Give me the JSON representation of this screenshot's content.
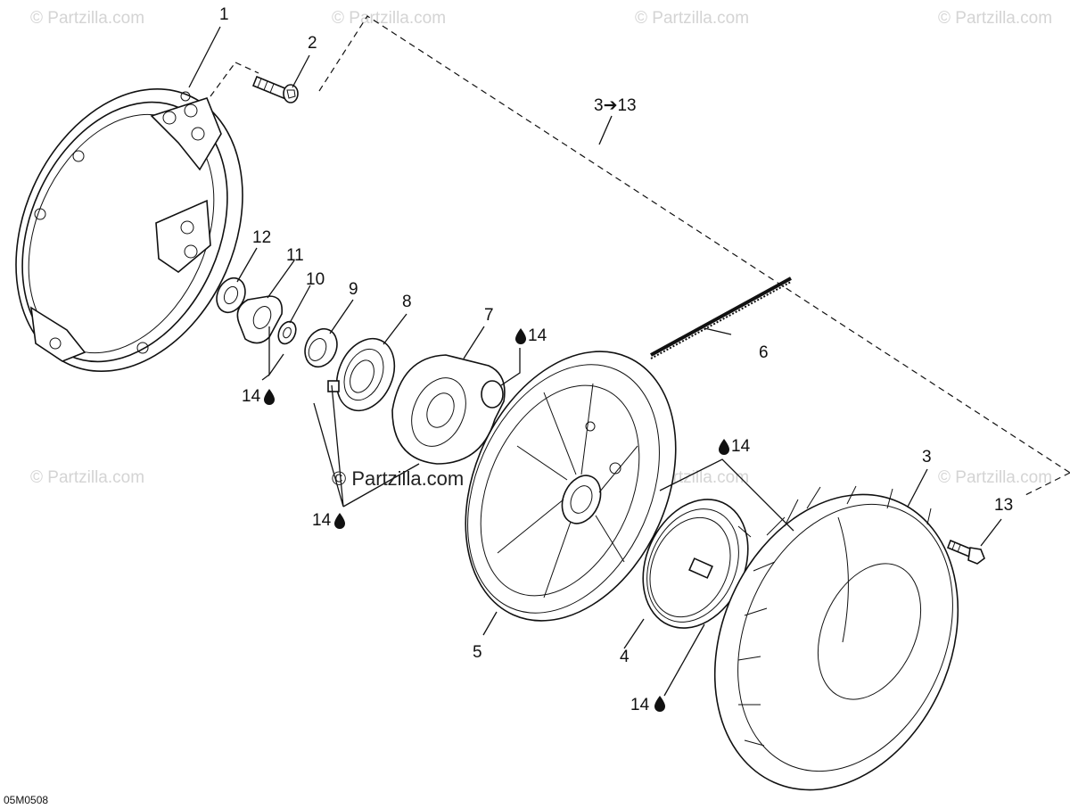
{
  "watermarks": {
    "corner": "© Partzilla.com",
    "center": "© Partzilla.com"
  },
  "diagram_code": "05M0508",
  "callouts": {
    "p1": "1",
    "p2": "2",
    "group_3_13": "3➔13",
    "p12": "12",
    "p11": "11",
    "p10": "10",
    "p9": "9",
    "p8": "8",
    "p7": "7",
    "p6": "6",
    "p5": "5",
    "p4": "4",
    "p3": "3",
    "p13": "13",
    "lube_a": "14",
    "lube_b": "14",
    "lube_c": "14",
    "lube_d": "14",
    "lube_e": "14"
  },
  "icons": {
    "lubricant": "oil-drop-icon"
  }
}
